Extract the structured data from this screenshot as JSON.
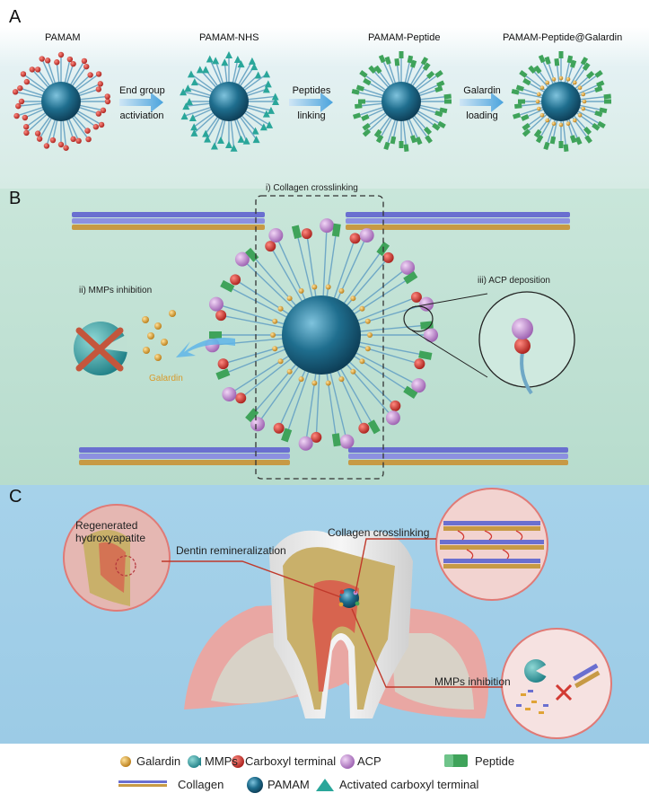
{
  "panels": {
    "a": {
      "letter": "A",
      "stages": [
        "PAMAM",
        "PAMAM-NHS",
        "PAMAM-Peptide",
        "PAMAM-Peptide@Galardin"
      ],
      "steps": [
        {
          "top": "End group",
          "bottom": "activiation"
        },
        {
          "top": "Peptides",
          "bottom": "linking"
        },
        {
          "top": "Galardin",
          "bottom": "loading"
        }
      ]
    },
    "b": {
      "letter": "B",
      "crosslinking": "i) Collagen crosslinking",
      "mmps": "ii) MMPs inhibition",
      "acp": "iii) ACP deposition",
      "galardin": "Galardin"
    },
    "c": {
      "letter": "C",
      "regenerated_line1": "Regenerated",
      "regenerated_line2": "hydroxyapatite",
      "dentin": "Dentin remineralization",
      "crosslinking": "Collagen crosslinking",
      "mmps": "MMPs inhibition"
    }
  },
  "legend": {
    "galardin": "Galardin",
    "mmps": "MMPs",
    "carboxyl": "Carboxyl terminal",
    "acp": "ACP",
    "peptide": "Peptide",
    "collagen": "Collagen",
    "pamam": "PAMAM",
    "activated": "Activated carboxyl terminal"
  },
  "colors": {
    "panel_a_bg": "#e6f2f2",
    "panel_b_bg": "#bfe0d3",
    "panel_c_bg": "#a9d3ec",
    "pamam_core": "#1f6e8e",
    "carboxyl": "#d23a33",
    "peptide": "#3fa35a",
    "acp": "#c28bd0",
    "galardin": "#e0a336",
    "activated": "#2aa69a",
    "collagen_top": "#6a6fd0",
    "collagen_bottom": "#c79a45"
  }
}
